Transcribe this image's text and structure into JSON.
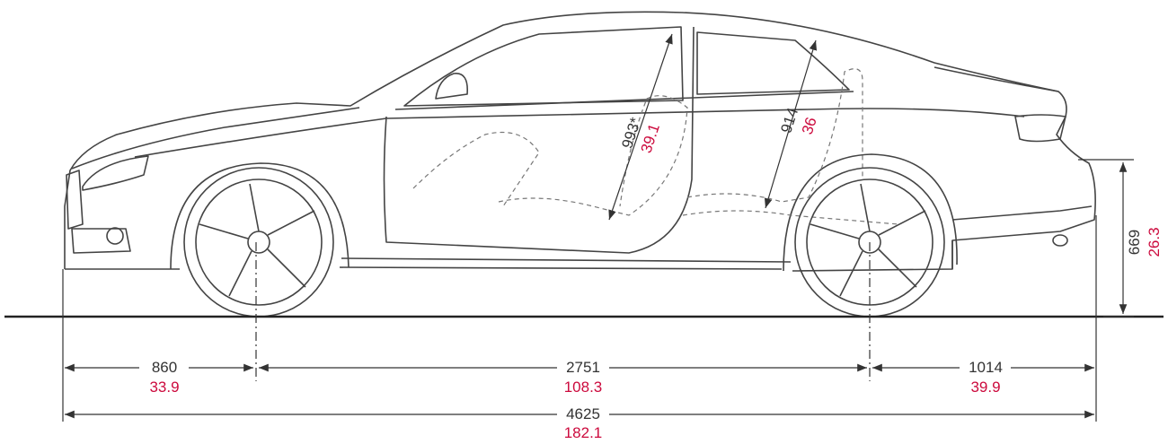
{
  "diagram": {
    "colors": {
      "line": "#444444",
      "accent": "#cc0a3d",
      "dash": "#777777"
    },
    "dimensions": {
      "front_overhang": {
        "mm": "860",
        "in": "33.9"
      },
      "wheelbase": {
        "mm": "2751",
        "in": "108.3"
      },
      "rear_overhang": {
        "mm": "1014",
        "in": "39.9"
      },
      "overall_length": {
        "mm": "4625",
        "in": "182.1"
      },
      "trunk_sill_height": {
        "mm": "669",
        "in": "26.3"
      },
      "front_headroom": {
        "mm": "993*",
        "in": "39.1"
      },
      "rear_headroom": {
        "mm": "914",
        "in": "36"
      }
    }
  }
}
